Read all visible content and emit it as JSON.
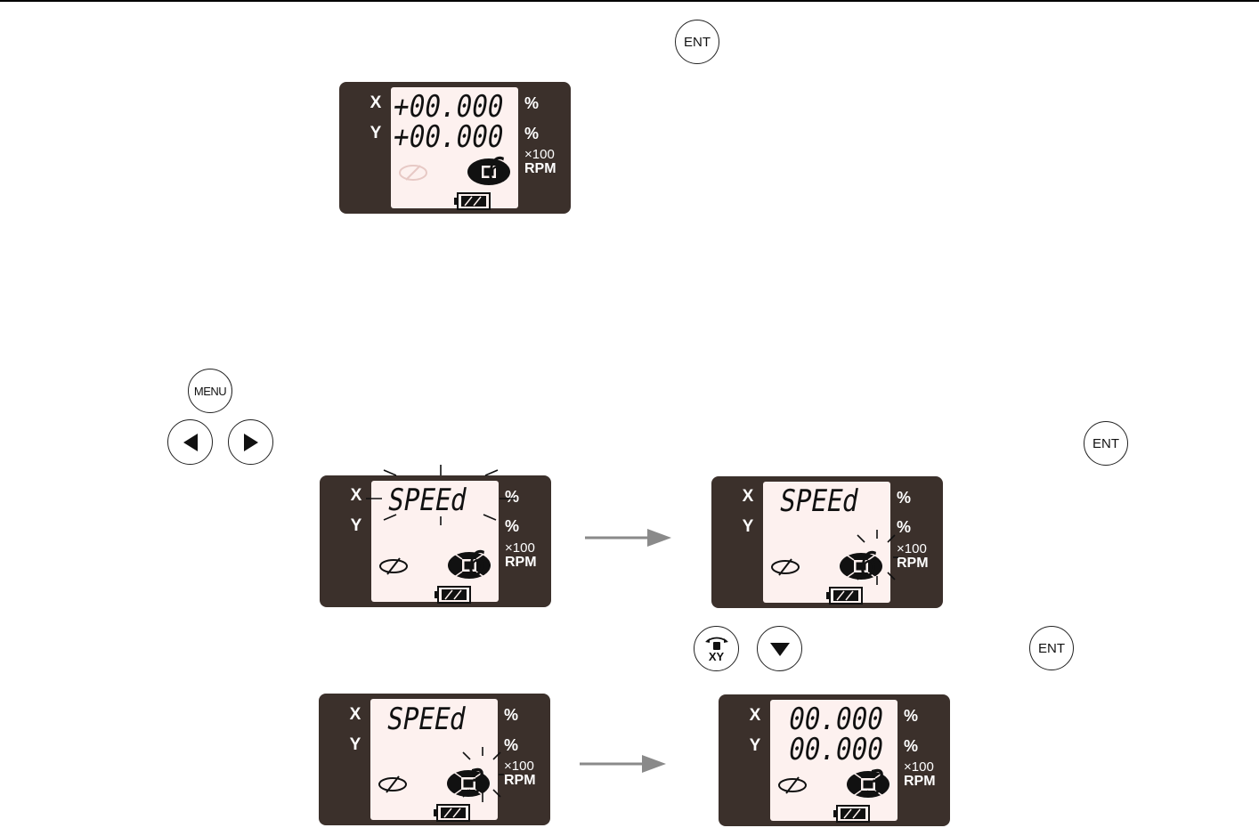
{
  "buttons": {
    "ent": "ENT",
    "menu": "MENU",
    "xy": "XY"
  },
  "panel_labels": {
    "x_axis": "X",
    "y_axis": "Y",
    "percent": "%",
    "multiplier": "×100",
    "rpm": "RPM"
  },
  "panels": {
    "top": {
      "line1": "+00.000",
      "line2": "+00.000",
      "speed": "6"
    },
    "mid_left": {
      "line1": "SPEEd",
      "speed": "6"
    },
    "mid_right": {
      "line1": "SPEEd",
      "speed": "6"
    },
    "bottom_left": {
      "line1": "SPEEd",
      "speed": "3"
    },
    "bottom_right": {
      "line1": "00.000",
      "line2": "00.000",
      "speed": "3"
    }
  },
  "colors": {
    "panel_bg": "#3b302b",
    "screen_bg": "#fdf1ef",
    "arrow": "#8a8a8a"
  }
}
